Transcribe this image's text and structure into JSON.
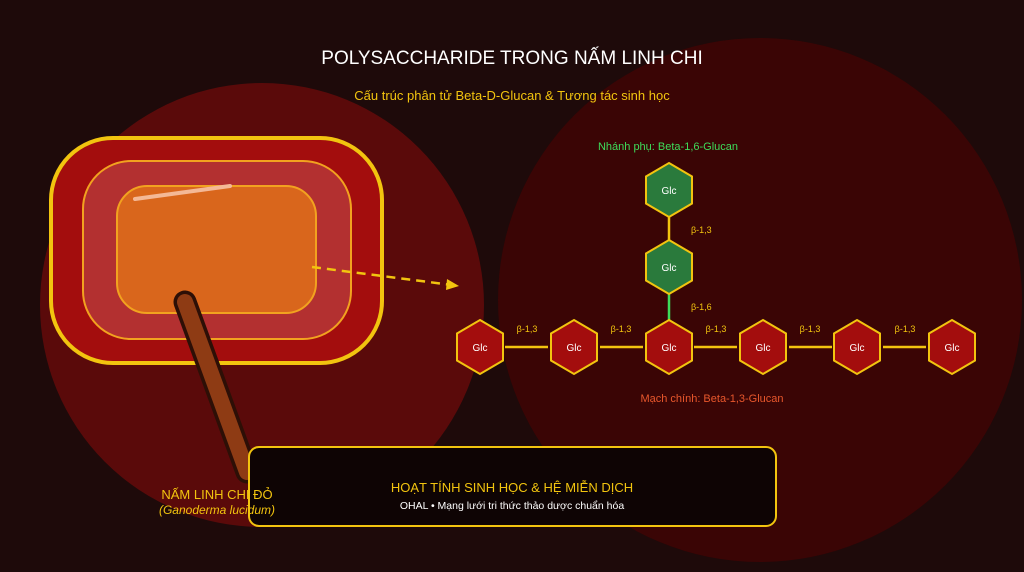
{
  "header": {
    "title": "POLYSACCHARIDE TRONG NẤM LINH CHI",
    "subtitle": "Cấu trúc phân tử Beta-D-Glucan & Tương tác sinh học"
  },
  "mushroom": {
    "name": "NẤM LINH CHI ĐỎ",
    "scientific": "(Ganoderma lucidum)"
  },
  "molecule": {
    "branch_label": "Nhánh phụ: Beta-1,6-Glucan",
    "main_label": "Mạch chính: Beta-1,3-Glucan",
    "unit_label": "Glc",
    "main_bond": "β-1,3",
    "branch_link": "β-1,6",
    "branch_bond": "β-1,3"
  },
  "info_box": {
    "title": "HOẠT TÍNH SINH HỌC & HỆ MIỄN DỊCH",
    "subtitle": "OHAL • Mạng lưới tri thức thảo dược chuẩn hóa"
  },
  "colors": {
    "background": "#1e0a0a",
    "accent_gold": "#f2c40f",
    "main_chain_red": "#a30d0d",
    "branch_green": "#2a7a3c",
    "branch_label_green": "#3ddc5a",
    "main_label_orange": "#e8572c"
  }
}
